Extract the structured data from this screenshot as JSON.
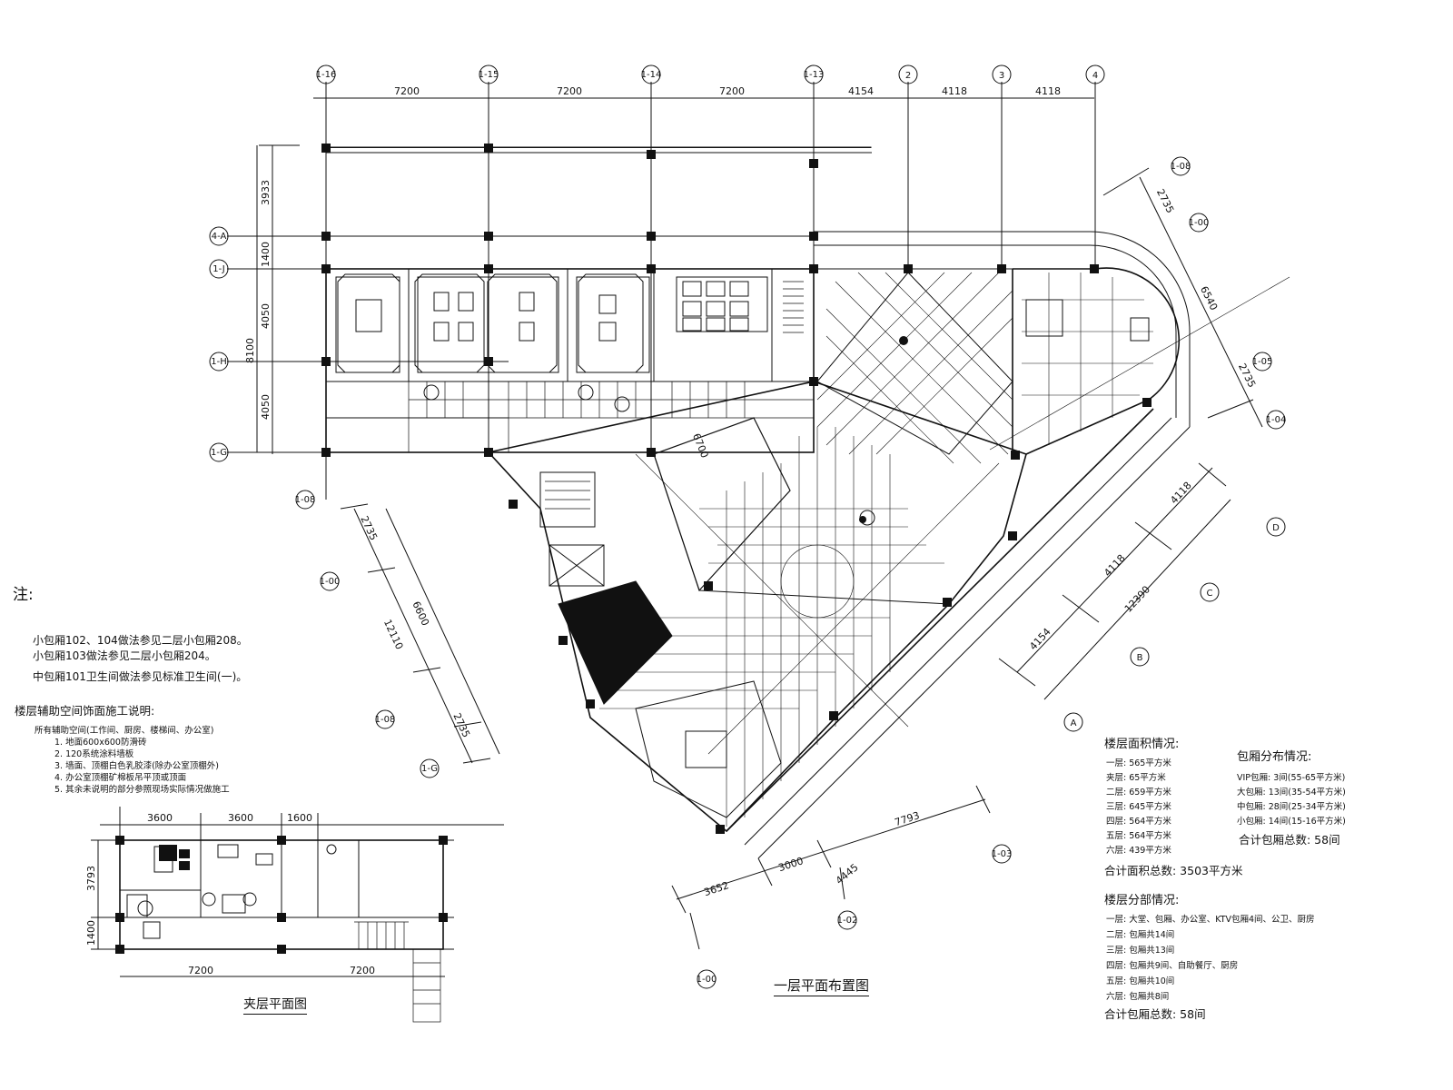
{
  "axes_top": [
    "1-16",
    "1-15",
    "1-14",
    "1-13",
    "2",
    "3",
    "4"
  ],
  "axes_left": [
    "4-A",
    "1-J",
    "1-H",
    "1-G"
  ],
  "axes_right": [
    "1-08",
    "1-00",
    "1-05",
    "1-04"
  ],
  "axes_diag_letters": [
    "A",
    "B",
    "C",
    "D"
  ],
  "axes_left_diag": [
    "1-08",
    "1-00",
    "1-08",
    "1-G"
  ],
  "axes_bottom_diag": [
    "1-00",
    "1-02",
    "1-03"
  ],
  "dims_top": [
    "7200",
    "7200",
    "7200",
    "4154",
    "4118",
    "4118"
  ],
  "dims_left": [
    "3933",
    "1400",
    "4050",
    "8100",
    "4050"
  ],
  "dims_right": [
    "2735",
    "6540",
    "2735"
  ],
  "dims_left_diag": [
    "2735",
    "6600",
    "12110",
    "2735"
  ],
  "dims_right_diag": [
    "4154",
    "4118",
    "12390",
    "4118"
  ],
  "dims_bottom_diag": [
    "3652",
    "3000",
    "4445",
    "7793"
  ],
  "dim_inner": "6700",
  "notes": {
    "title": "注:",
    "line1": "小包厢102、104做法参见二层小包厢208。",
    "line2": "小包厢103做法参见二层小包厢204。",
    "line3": "中包厢101卫生间做法参见标准卫生间(一)。",
    "subtitle": "楼层辅助空间饰面施工说明:",
    "sub0": "所有辅助空间(工作间、厨房、楼梯间、办公室)",
    "sub1": "1. 地面600x600防滑砖",
    "sub2": "2. 120系统涂料墙板",
    "sub3": "3. 墙面、顶棚白色乳胶漆(除办公室顶棚外)",
    "sub4": "4. 办公室顶棚矿棉板吊平顶或顶面",
    "sub5": "5. 其余未说明的部分参照现场实际情况做施工"
  },
  "inset": {
    "dims_top": [
      "3600",
      "3600",
      "1600"
    ],
    "dims_left": [
      "3793",
      "1400"
    ],
    "dims_bottom": [
      "7200",
      "7200"
    ],
    "caption": "夹层平面图"
  },
  "main_caption": "一层平面布置图",
  "area_table": {
    "title": "楼层面积情况:",
    "rows": [
      "一层: 565平方米",
      "夹层: 65平方米",
      "二层: 659平方米",
      "三层: 645平方米",
      "四层: 564平方米",
      "五层: 564平方米",
      "六层: 439平方米"
    ],
    "total": "合计面积总数: 3503平方米"
  },
  "room_table": {
    "title": "包厢分布情况:",
    "rows": [
      "VIP包厢: 3间(55-65平方米)",
      "大包厢: 13间(35-54平方米)",
      "中包厢: 28间(25-34平方米)",
      "小包厢: 14间(15-16平方米)"
    ],
    "total": "合计包厢总数: 58间"
  },
  "floor_table": {
    "title": "楼层分部情况:",
    "rows": [
      "一层: 大堂、包厢、办公室、KTV包厢4间、公卫、厨房",
      "二层: 包厢共14间",
      "三层: 包厢共13间",
      "四层: 包厢共9间、自助餐厅、厨房",
      "五层: 包厢共10间",
      "六层: 包厢共8间"
    ],
    "total": "合计包厢总数: 58间"
  }
}
